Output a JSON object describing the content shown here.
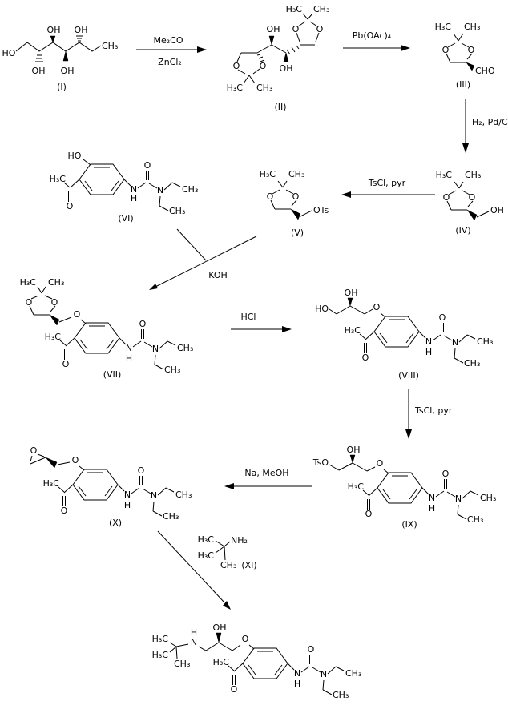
{
  "scheme": {
    "labels": {
      "HO": "HO",
      "OH": "OH",
      "O": "O",
      "N": "N",
      "H": "H",
      "H3C": "H₃C",
      "CH3": "CH₃",
      "CHO": "CHO",
      "OTs": "OTs",
      "TsO": "TsO",
      "NH2": "NH₂"
    },
    "compounds": {
      "I": "(I)",
      "II": "(II)",
      "III": "(III)",
      "IV": "(IV)",
      "V": "(V)",
      "VI": "(VI)",
      "VII": "(VII)",
      "VIII": "(VIII)",
      "IX": "(IX)",
      "X": "(X)",
      "XI": "(XI)"
    },
    "reagents": {
      "step1a": "Me₂CO",
      "step1b": "ZnCl₂",
      "step2": "Pb(OAc)₄",
      "step3": "H₂, Pd/C",
      "step4": "TsCl, pyr",
      "step5": "KOH",
      "step6": "HCl",
      "step7": "TsCl, pyr",
      "step8": "Na, MeOH"
    }
  }
}
